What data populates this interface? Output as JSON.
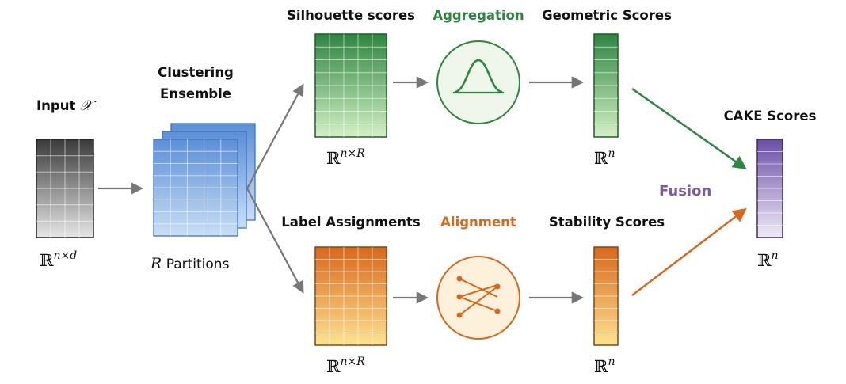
{
  "labels": {
    "input": "Input",
    "input_symbol": "𝒳",
    "clustering_line1": "Clustering",
    "clustering_line2": "Ensemble",
    "silhouette": "Silhouette scores",
    "aggregation": "Aggregation",
    "geometric": "Geometric Scores",
    "label_assign": "Label Assignments",
    "alignment": "Alignment",
    "stability": "Stability Scores",
    "cake": "CAKE Scores",
    "fusion": "Fusion",
    "partitions_symbol": "R",
    "partitions_text": "Partitions"
  },
  "math": {
    "input_space": {
      "base": "ℝ",
      "sup": "n×d"
    },
    "silhouette_space": {
      "base": "ℝ",
      "sup": "n×R"
    },
    "geometric_space": {
      "base": "ℝ",
      "sup": "n"
    },
    "label_space": {
      "base": "ℝ",
      "sup": "n×R"
    },
    "stability_space": {
      "base": "ℝ",
      "sup": "n"
    },
    "cake_space": {
      "base": "ℝ",
      "sup": "n"
    }
  },
  "colors": {
    "green_dark": "#2e8540",
    "green_light": "#cdeec0",
    "orange_dark": "#d8681c",
    "orange_light": "#fde08a",
    "blue_dark": "#5b8fd6",
    "blue_light": "#c5dcf5",
    "purple_dark": "#6a4ea6",
    "purple_light": "#ece6f3",
    "gray_dark": "#3a3a3a",
    "gray_light": "#e4e4e4",
    "arrow_gray": "#777777",
    "aggregation_text": "#2e8540",
    "alignment_text": "#d8681c",
    "fusion_text": "#7b5aa6"
  },
  "icons": {
    "aggregation": "gaussian-curve-icon",
    "alignment": "bipartite-crossing-icon"
  }
}
